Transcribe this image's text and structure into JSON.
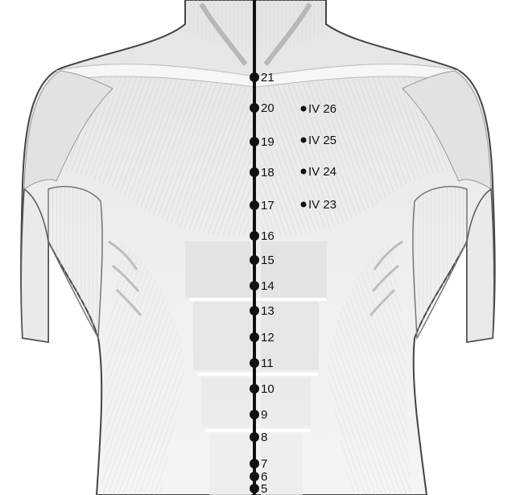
{
  "colors": {
    "line": "#111111",
    "skin_light": "#f1f1f1",
    "skin_mid": "#d9d9d9",
    "skin_dark": "#b5b5b5",
    "outline": "#444444"
  },
  "meridian_points": [
    {
      "id": "21",
      "label": "21"
    },
    {
      "id": "20",
      "label": "20"
    },
    {
      "id": "19",
      "label": "19"
    },
    {
      "id": "18",
      "label": "18"
    },
    {
      "id": "17",
      "label": "17"
    },
    {
      "id": "16",
      "label": "16"
    },
    {
      "id": "15",
      "label": "15"
    },
    {
      "id": "14",
      "label": "14"
    },
    {
      "id": "13",
      "label": "13"
    },
    {
      "id": "12",
      "label": "12"
    },
    {
      "id": "11",
      "label": "11"
    },
    {
      "id": "10",
      "label": "10"
    },
    {
      "id": "9",
      "label": "9"
    },
    {
      "id": "8",
      "label": "8"
    },
    {
      "id": "7",
      "label": "7"
    },
    {
      "id": "6",
      "label": "6"
    },
    {
      "id": "5",
      "label": "5"
    }
  ],
  "side_points": [
    {
      "id": "IV26",
      "label": "IV 26"
    },
    {
      "id": "IV25",
      "label": "IV 25"
    },
    {
      "id": "IV24",
      "label": "IV 24"
    },
    {
      "id": "IV23",
      "label": "IV 23"
    }
  ]
}
